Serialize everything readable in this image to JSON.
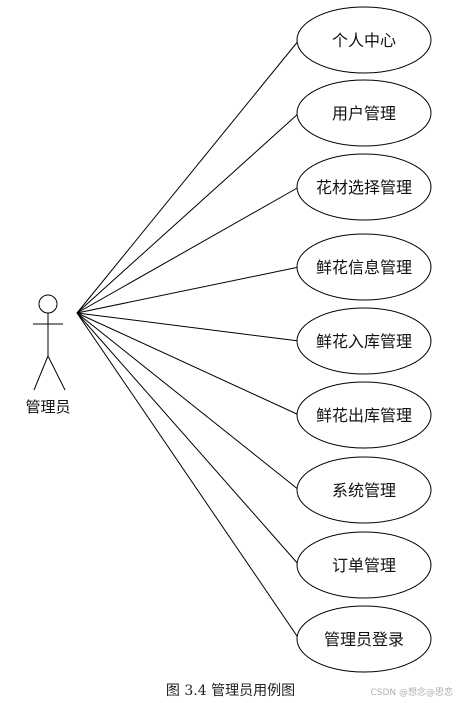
{
  "actor": {
    "label": "管理员"
  },
  "use_cases": [
    {
      "label": "个人中心"
    },
    {
      "label": "用户管理"
    },
    {
      "label": "花材选择管理"
    },
    {
      "label": "鲜花信息管理"
    },
    {
      "label": "鲜花入库管理"
    },
    {
      "label": "鲜花出库管理"
    },
    {
      "label": "系统管理"
    },
    {
      "label": "订单管理"
    },
    {
      "label": "管理员登录"
    }
  ],
  "caption": "图 3.4  管理员用例图",
  "watermark": "CSDN @想念@思恋"
}
